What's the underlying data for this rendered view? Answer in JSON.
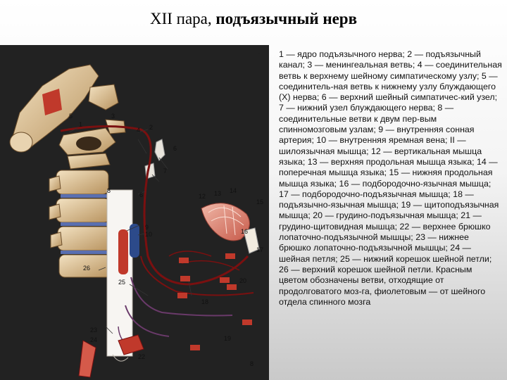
{
  "slide": {
    "title_plain": "XII пара, ",
    "title_bold": "подъязычный нерв",
    "bullet": "•",
    "legend": "1 — ядро подъязычного нерва; 2 — подъязычный канал; 3 — менингеальная ветвь; 4 — соединительная ветвь к верхнему шейному симпатическому узлу; 5 — соединитель-ная ветвь к нижнему узлу блуждающего (X) нерва; 6 — верхний шейный симпатичес-кий узел; 7 — нижний узел блуждающего нерва; 8 — соединительные ветви к двум пер-вым спинномозговым узлам; 9 — внутренняя сонная артерия; 10 — внутренняя яремная вена; II — шилоязычная мышца; 12 — вертикальная мышца языка; 13 — верхняя продольная мышца языка; 14 — поперечная мышца языка; 15 — нижняя продольная мышца языка; 16 — подбородочно-язычная мышца; 17 — подбородочно-подъязычная мышца; 18 — подъязычно-язычная мышца; 19 — щитоподъязычная мышца; 20 — грудино-подъязычная мышца; 21 — грудино-щитовидная мышца; 22 — верхнее брюшко лопаточно-подъязычной мышцы; 23 — нижнее брюшко лопаточно-подъязычной мышцы; 24 — шейная петля; 25 — нижний корешок шейной петли; 26 — верхний корешок шейной петли. Красным цветом обозначены ветви, отходящие от продолговатого моз-га, фиолетовым — от шейного отдела спинного мозга"
  },
  "figure": {
    "labels": {
      "n1": "1",
      "n2": "2",
      "n3": "3",
      "n4": "4",
      "n5": "5",
      "n6": "6",
      "n6b": "6",
      "n7": "7",
      "n8": "8",
      "n9": "9",
      "n10": "10",
      "n12": "12",
      "n13": "13",
      "n14": "14",
      "n15": "15",
      "n16": "16",
      "n17": "17",
      "n18": "18",
      "n19": "19",
      "n20": "20",
      "n22": "22",
      "n23": "23",
      "n24": "24",
      "n25": "25",
      "n26": "26",
      "page": "8"
    }
  }
}
